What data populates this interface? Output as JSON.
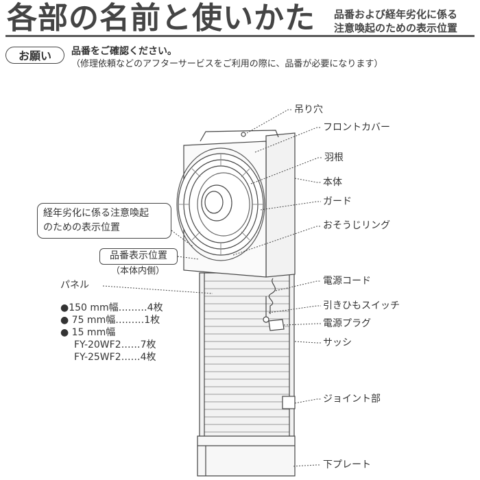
{
  "header": {
    "title": "各部の名前と使いかた",
    "subtitle_line1": "品番および経年劣化に係る",
    "subtitle_line2": "注意喚起のための表示位置"
  },
  "request": {
    "badge": "お願い",
    "line1": "品番をご確認ください。",
    "line2": "（修理依頼などのアフターサービスをご利用の際に、品番が必要になります）"
  },
  "labels": {
    "hanging_hole": "吊り穴",
    "front_cover": "フロントカバー",
    "blade": "羽根",
    "body": "本体",
    "guard": "ガード",
    "cleaning_ring": "おそうじリング",
    "power_cord": "電源コード",
    "pull_switch": "引きひもスイッチ",
    "power_plug": "電源プラグ",
    "sash": "サッシ",
    "joint": "ジョイント部",
    "bottom_plate": "下プレート",
    "panel": "パネル"
  },
  "notes": {
    "aging_line1": "経年劣化に係る注意喚起",
    "aging_line2": "のための表示位置",
    "model_position": "品番表示位置",
    "model_position_sub": "（本体内側）"
  },
  "panels": {
    "row1": "●150 mm幅………4枚",
    "row2": "●  75 mm幅………1枚",
    "row3": "●  15 mm幅",
    "row4": "FY-20WF2……7枚",
    "row5": "FY-25WF2……4枚"
  }
}
